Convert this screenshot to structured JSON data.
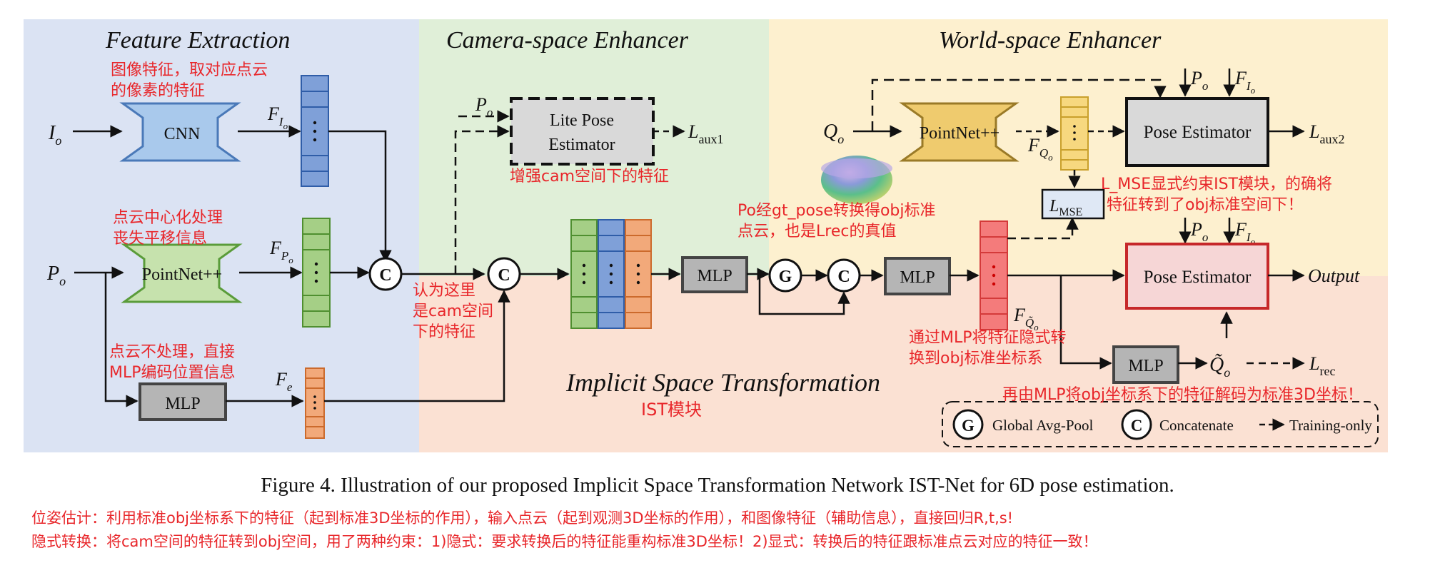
{
  "colors": {
    "feature_bg": "#dbe3f3",
    "camera_bg": "#e0efd8",
    "world_bg": "#fdf0cf",
    "ist_bg": "#fbe1d3",
    "blue_block": "#7fa0d8",
    "green_block": "#a5cf86",
    "orange_block": "#f2a97a",
    "yellow_block": "#f7d87f",
    "red_block": "#f47b7b",
    "annotation_red": "#e8262a"
  },
  "sections": {
    "feature": "Feature Extraction",
    "camera": "Camera-space Enhancer",
    "world": "World-space Enhancer",
    "ist": "Implicit Space Transformation",
    "ist_cn": "IST模块"
  },
  "inputs": {
    "image": "I",
    "image_sub": "o",
    "points": "P",
    "points_sub": "o",
    "q": "Q",
    "q_sub": "o"
  },
  "features": {
    "F": "F",
    "fio_sub": "I",
    "fio_subsub": "o",
    "fpo_sub": "P",
    "fpo_subsub": "o",
    "fe_sub": "e",
    "fqo_sub": "Q",
    "fqo_subsub": "o",
    "fqt_sub": "Q̃",
    "fqt_subsub": "o"
  },
  "blocks": {
    "cnn": "CNN",
    "pointnet": "PointNet++",
    "mlp": "MLP",
    "lite_pose_1": "Lite Pose",
    "lite_pose_2": "Estimator",
    "pose_estimator": "Pose Estimator",
    "G": "G",
    "C": "C"
  },
  "outputs": {
    "L": "L",
    "aux1": "aux1",
    "aux2": "aux2",
    "rec": "rec",
    "mse": "MSE",
    "output": "Output",
    "qt": "Q̃",
    "qt_sub": "o",
    "po": "P",
    "po_sub": "o"
  },
  "legend": {
    "global_avg_pool": "Global Avg-Pool",
    "concatenate": "Concatenate",
    "training_only": "Training-only"
  },
  "annotations": {
    "a1_l1": "图像特征，取对应点云",
    "a1_l2": "的像素的特征",
    "a2_l1": "点云中心化处理",
    "a2_l2": "丧失平移信息",
    "a3_l1": "点云不处理，直接",
    "a3_l2": "MLP编码位置信息",
    "a4_l1": "认为这里",
    "a4_l2": "是cam空间",
    "a4_l3": "下的特征",
    "a5": "增强cam空间下的特征",
    "a6_l1": "Po经gt_pose转换得obj标准",
    "a6_l2": "点云，也是Lrec的真值",
    "a7_l1": "通过MLP将特征隐式转",
    "a7_l2": "换到obj标准坐标系",
    "a8_l1": "L_MSE显式约束IST模块，的确将",
    "a8_l2": "特征转到了obj标准空间下！",
    "a9": "再由MLP将obj坐标系下的特征解码为标准3D坐标！"
  },
  "caption": "Figure 4. Illustration of our proposed Implicit Space Transformation Network IST-Net for 6D pose estimation.",
  "notes": {
    "line1": "位姿估计：利用标准obj坐标系下的特征（起到标准3D坐标的作用），输入点云（起到观测3D坐标的作用），和图像特征（辅助信息），直接回归R,t,s!",
    "line2": "隐式转换：将cam空间的特征转到obj空间，用了两种约束：1)隐式：要求转换后的特征能重构标准3D坐标！2)显式：转换后的特征跟标准点云对应的特征一致！"
  }
}
